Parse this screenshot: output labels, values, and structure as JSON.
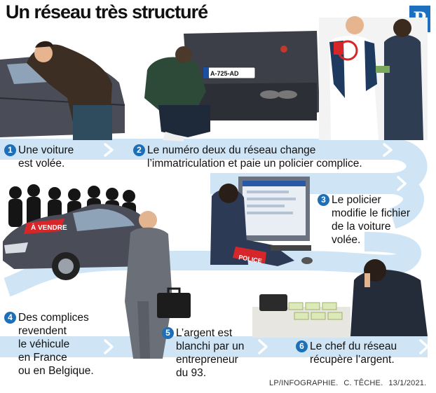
{
  "title": "Un réseau très structuré",
  "logo_letter": "P",
  "labels": {
    "a_vendre": "À VENDRE",
    "police_armband": "POLICE",
    "plate": "A-725-AD"
  },
  "steps": [
    {
      "num": "1",
      "lines": [
        "Une voiture",
        "est volée."
      ]
    },
    {
      "num": "2",
      "lines": [
        "Le numéro deux du réseau change",
        "l’immatriculation et paie un policier complice."
      ]
    },
    {
      "num": "3",
      "lines": [
        "Le policier",
        "modifie le fichier",
        "de la voiture",
        "volée."
      ]
    },
    {
      "num": "4",
      "lines": [
        "Des complices",
        "revendent",
        "le véhicule",
        "en France",
        "ou en Belgique."
      ]
    },
    {
      "num": "5",
      "lines": [
        "L’argent est",
        "blanchi par un",
        "entrepreneur",
        "du 93."
      ]
    },
    {
      "num": "6",
      "lines": [
        "Le chef du réseau",
        "récupère l’argent."
      ]
    }
  ],
  "credit": {
    "source": "LP/INFOGRAPHIE.",
    "author": "C. TÊCHE.",
    "date": "13/1/2021."
  },
  "colors": {
    "band": "#cfe5f5",
    "accent": "#1d6fb8",
    "police_red": "#d7262a",
    "car": "#4a4d58"
  }
}
